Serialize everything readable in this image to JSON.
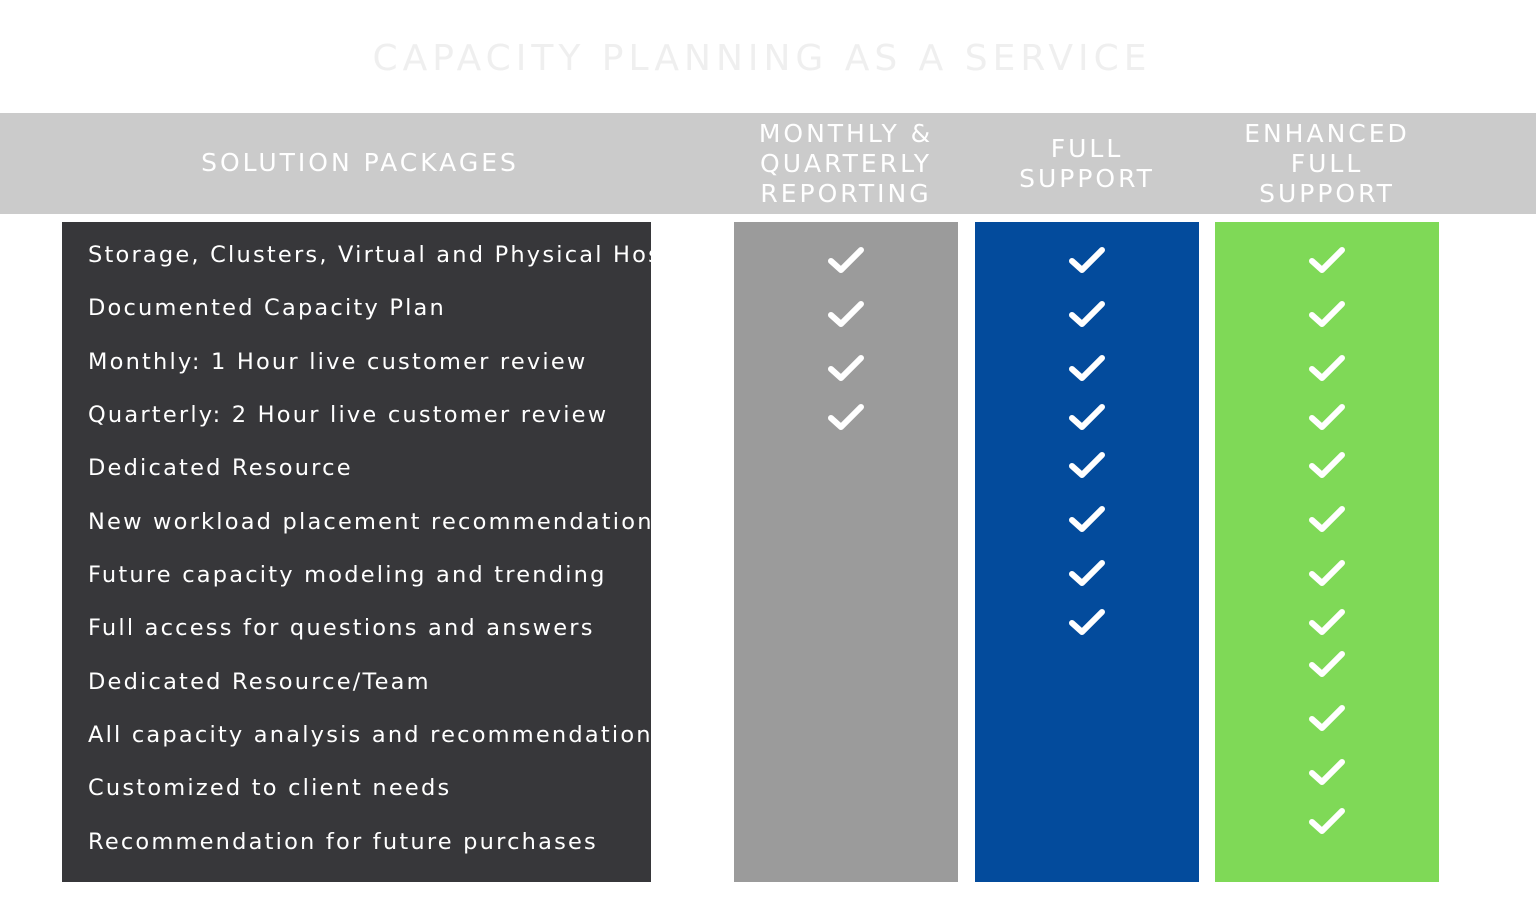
{
  "title": "CAPACITY PLANNING AS A SERVICE",
  "header": {
    "solution_label": "SOLUTION PACKAGES",
    "columns": [
      {
        "lines": [
          "MONTHLY &",
          "QUARTERLY",
          "REPORTING"
        ]
      },
      {
        "lines": [
          "FULL",
          "SUPPORT"
        ]
      },
      {
        "lines": [
          "ENHANCED",
          "FULL",
          "SUPPORT"
        ]
      }
    ]
  },
  "features": [
    "Storage, Clusters, Virtual and Physical Hosts",
    "Documented Capacity Plan",
    "Monthly: 1 Hour live customer review",
    "Quarterly: 2 Hour live customer review",
    "Dedicated Resource",
    "New workload placement recommendations",
    "Future capacity modeling and trending",
    "Full access for questions and answers",
    "Dedicated Resource/Team",
    "All capacity analysis and recommendations",
    "Customized to client needs",
    "Recommendation for future purchases"
  ],
  "packages": [
    {
      "name": "monthly-quarterly-reporting",
      "color": "#9b9b9b",
      "checks": 4
    },
    {
      "name": "full-support",
      "color": "#034b9c",
      "checks": 8
    },
    {
      "name": "enhanced-full-support",
      "color": "#7fd957",
      "checks": 12
    }
  ],
  "icons": {
    "check": "checkmark-icon"
  }
}
